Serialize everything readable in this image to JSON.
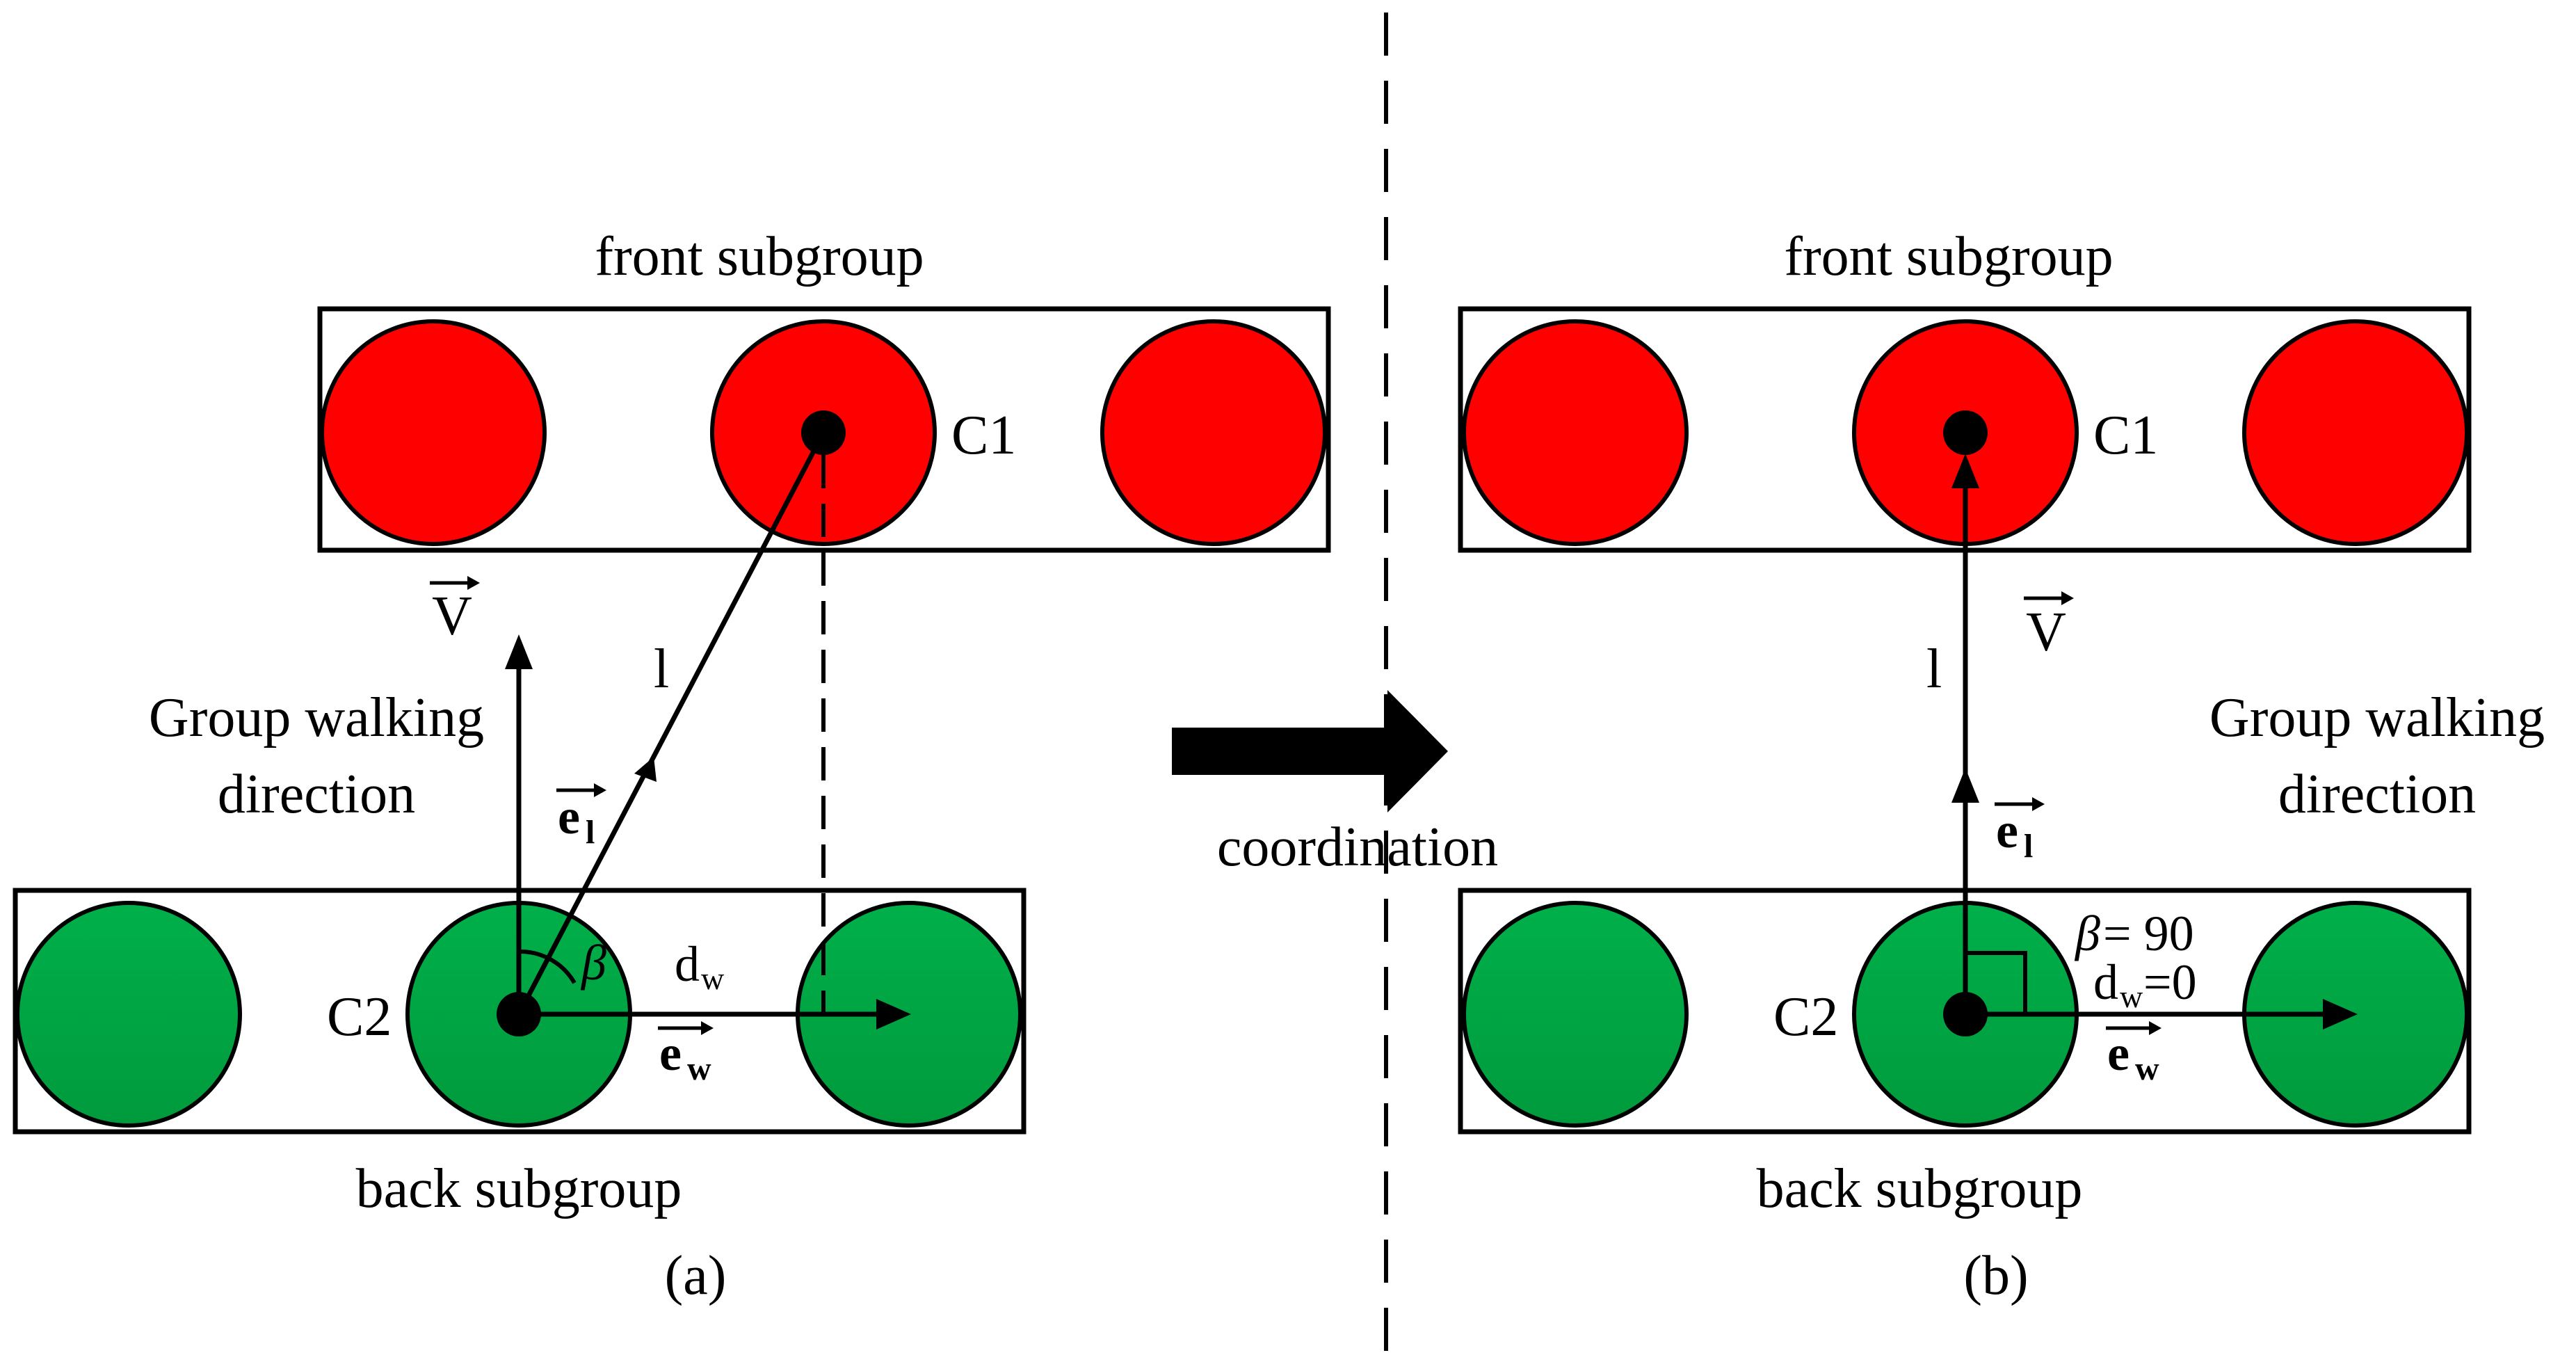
{
  "colors": {
    "front_member": "#ff0000",
    "back_member": "#00a844",
    "line": "#000000",
    "background": "#ffffff"
  },
  "panel_a": {
    "front_label": "front subgroup",
    "back_label": "back subgroup",
    "c1_label": "C1",
    "c2_label": "C2",
    "v_label": "V",
    "direction_line1": "Group walking",
    "direction_line2": "direction",
    "l_label": "l",
    "el_main": "e",
    "el_sub": "l",
    "beta_label": "β",
    "dw_main": "d",
    "dw_sub": "w",
    "ew_main": "e",
    "ew_sub": "w",
    "caption": "(a)"
  },
  "transition": {
    "label": "coordination",
    "arrow_icon": "right-arrow-icon"
  },
  "panel_b": {
    "front_label": "front subgroup",
    "back_label": "back subgroup",
    "c1_label": "C1",
    "c2_label": "C2",
    "v_label": "V",
    "l_label": "l",
    "direction_line1": "Group walking",
    "direction_line2": "direction",
    "beta_text": "β",
    "beta_value": " = 90",
    "dw_main": "d",
    "dw_sub": "w",
    "dw_value": "=0",
    "el_main": "e",
    "el_sub": "l",
    "ew_main": "e",
    "ew_sub": "w",
    "caption": "(b)"
  }
}
